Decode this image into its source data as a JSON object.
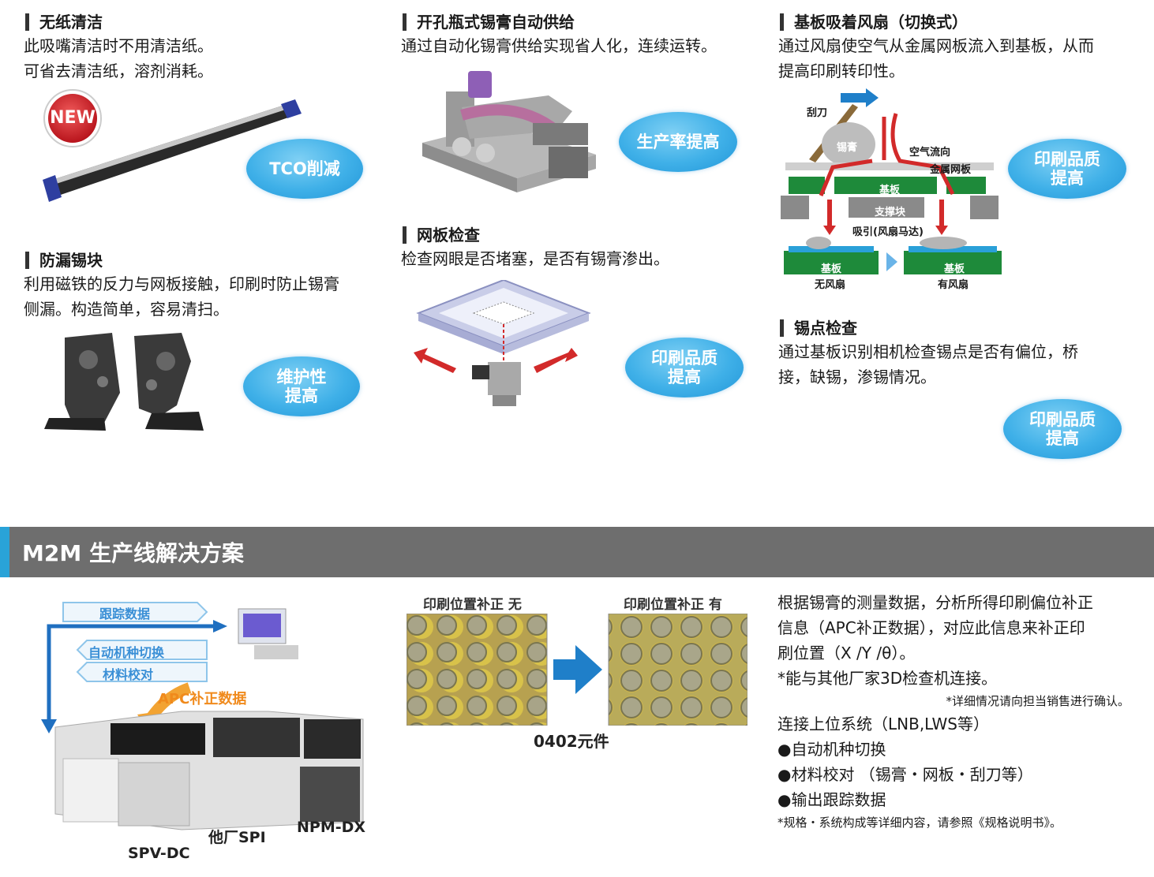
{
  "features": {
    "paperless": {
      "title": "无纸清洁",
      "lines": [
        "此吸嘴清洁时不用清洁纸。",
        "可省去清洁纸，溶剂消耗。"
      ],
      "new_badge": "NEW",
      "badge": [
        "TCO削减"
      ]
    },
    "bottle": {
      "title": "开孔瓶式锡膏自动供给",
      "lines": [
        "通过自动化锡膏供给实现省人化，连续运转。"
      ],
      "badge": [
        "生产率提高"
      ]
    },
    "fan": {
      "title": "基板吸着风扇（切换式）",
      "lines": [
        "通过风扇使空气从金属网板流入到基板，从而",
        "提高印刷转印性。"
      ],
      "badge": [
        "印刷品质",
        "提高"
      ],
      "diagram": {
        "squeegee": "刮刀",
        "paste": "锡膏",
        "airflow": "空气流向",
        "stencil": "金属网板",
        "board": "基板",
        "support": "支撑块",
        "suction": "吸引(风扇马达)",
        "board_left": "基板",
        "board_right": "基板",
        "no_fan": "无风扇",
        "with_fan": "有风扇"
      }
    },
    "blocker": {
      "title": "防漏锡块",
      "lines": [
        "利用磁铁的反力与网板接触，印刷时防止锡膏",
        "侧漏。构造简单，容易清扫。"
      ],
      "badge": [
        "维护性",
        "提高"
      ]
    },
    "stencil_check": {
      "title": "网板检查",
      "lines": [
        "检查网眼是否堵塞，是否有锡膏渗出。"
      ],
      "badge": [
        "印刷品质",
        "提高"
      ]
    },
    "solder_check": {
      "title": "锡点检查",
      "lines": [
        "通过基板识别相机检查锡点是否有偏位，桥",
        "接，缺锡，渗锡情况。"
      ],
      "badge": [
        "印刷品质",
        "提高"
      ]
    }
  },
  "m2m": {
    "title": "M2M 生产线解决方案",
    "diagram": {
      "trace": "跟踪数据",
      "auto_switch": "自动机种切换",
      "material_check": "材料校对",
      "apc": "APC补正数据",
      "spv": "SPV-DC",
      "other_spi": "他厂SPI",
      "npm": "NPM-DX"
    },
    "photos": {
      "left_label": "印刷位置补正 无",
      "right_label": "印刷位置补正 有",
      "caption": "0402元件"
    },
    "text": {
      "p1": [
        "根据锡膏的测量数据，分析所得印刷偏位补正",
        "信息（APC补正数据），对应此信息来补正印",
        "刷位置（X /Y /θ）。"
      ],
      "p2": "*能与其他厂家3D检查机连接。",
      "note": "*详细情况请向担当销售进行确认。",
      "p3": "连接上位系统（LNB,LWS等）",
      "bullets": [
        "●自动机种切换",
        "●材料校对 （锡膏・网板・刮刀等）",
        "●输出跟踪数据"
      ],
      "footnote": "*规格・系统构成等详细内容，请参照《规格说明书》。"
    }
  },
  "colors": {
    "badge": "#3fb0e8",
    "banner": "#6e6e6e",
    "accent": "#29a3d8",
    "new_badge": "#d7262e",
    "arrow_blue": "#1f7fc9",
    "arrow_red": "#d22a2a",
    "pcb_green": "#1e8a3a"
  }
}
